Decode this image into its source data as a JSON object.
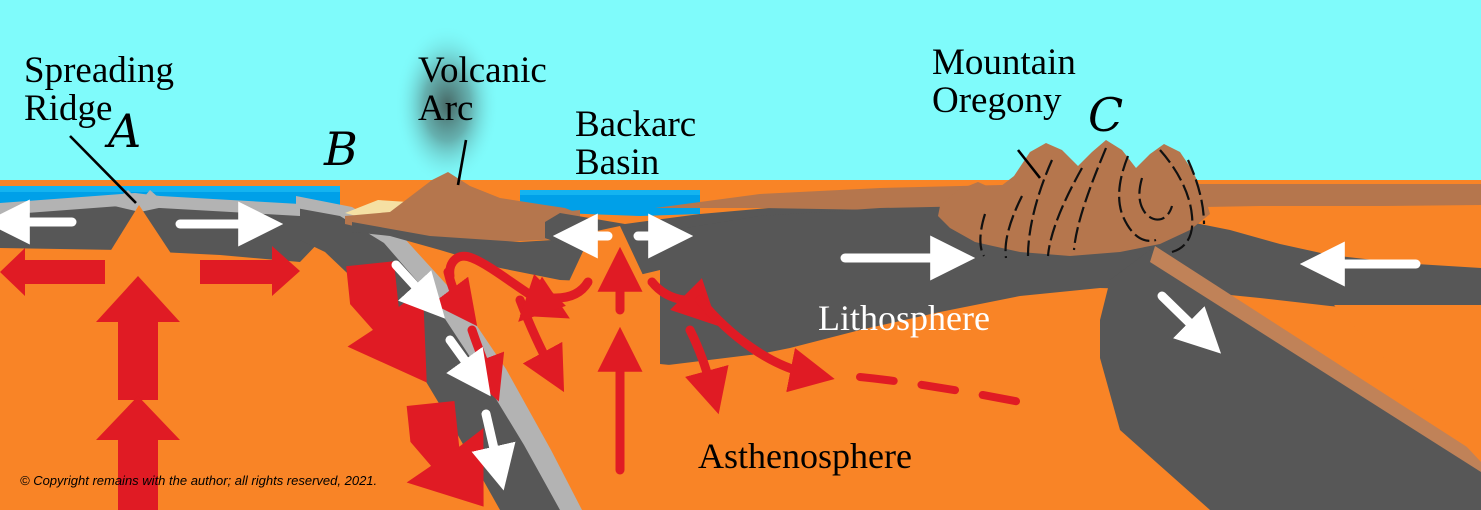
{
  "diagram": {
    "title_labels": {
      "spreading_ridge": "Spreading\nRidge",
      "volcanic_arc": "Volcanic\nArc",
      "backarc_basin": "Backarc\nBasin",
      "mountain_oregony": "Mountain\nOregony"
    },
    "markers": {
      "a": "A",
      "b": "B",
      "c": "C"
    },
    "layer_labels": {
      "lithosphere": "Lithosphere",
      "asthenosphere": "Asthenosphere"
    },
    "copyright": "© Copyright remains with the author; all rights reserved, 2021.",
    "colors": {
      "sky": "#7ffbfb",
      "ocean": "#00a0e8",
      "ocean_dark": "#0093d6",
      "oceanic_crust": "#b3b3b3",
      "lithosphere": "#575757",
      "asthenosphere": "#f98426",
      "continent": "#b5764d",
      "sediment": "#f5e0a3",
      "red_arrow": "#e01b24",
      "white_arrow": "#ffffff",
      "fold_line": "#111111",
      "smoke": "#4b5b58"
    },
    "icons": {
      "divergent_left": "white-arrow-left",
      "divergent_right": "white-arrow-right",
      "mantle_upwelling": "red-arrow-up",
      "slab_pull": "red-arrow-down",
      "convection_flow": "red-arrow-curved",
      "subduction_motion": "white-arrow-down"
    }
  }
}
